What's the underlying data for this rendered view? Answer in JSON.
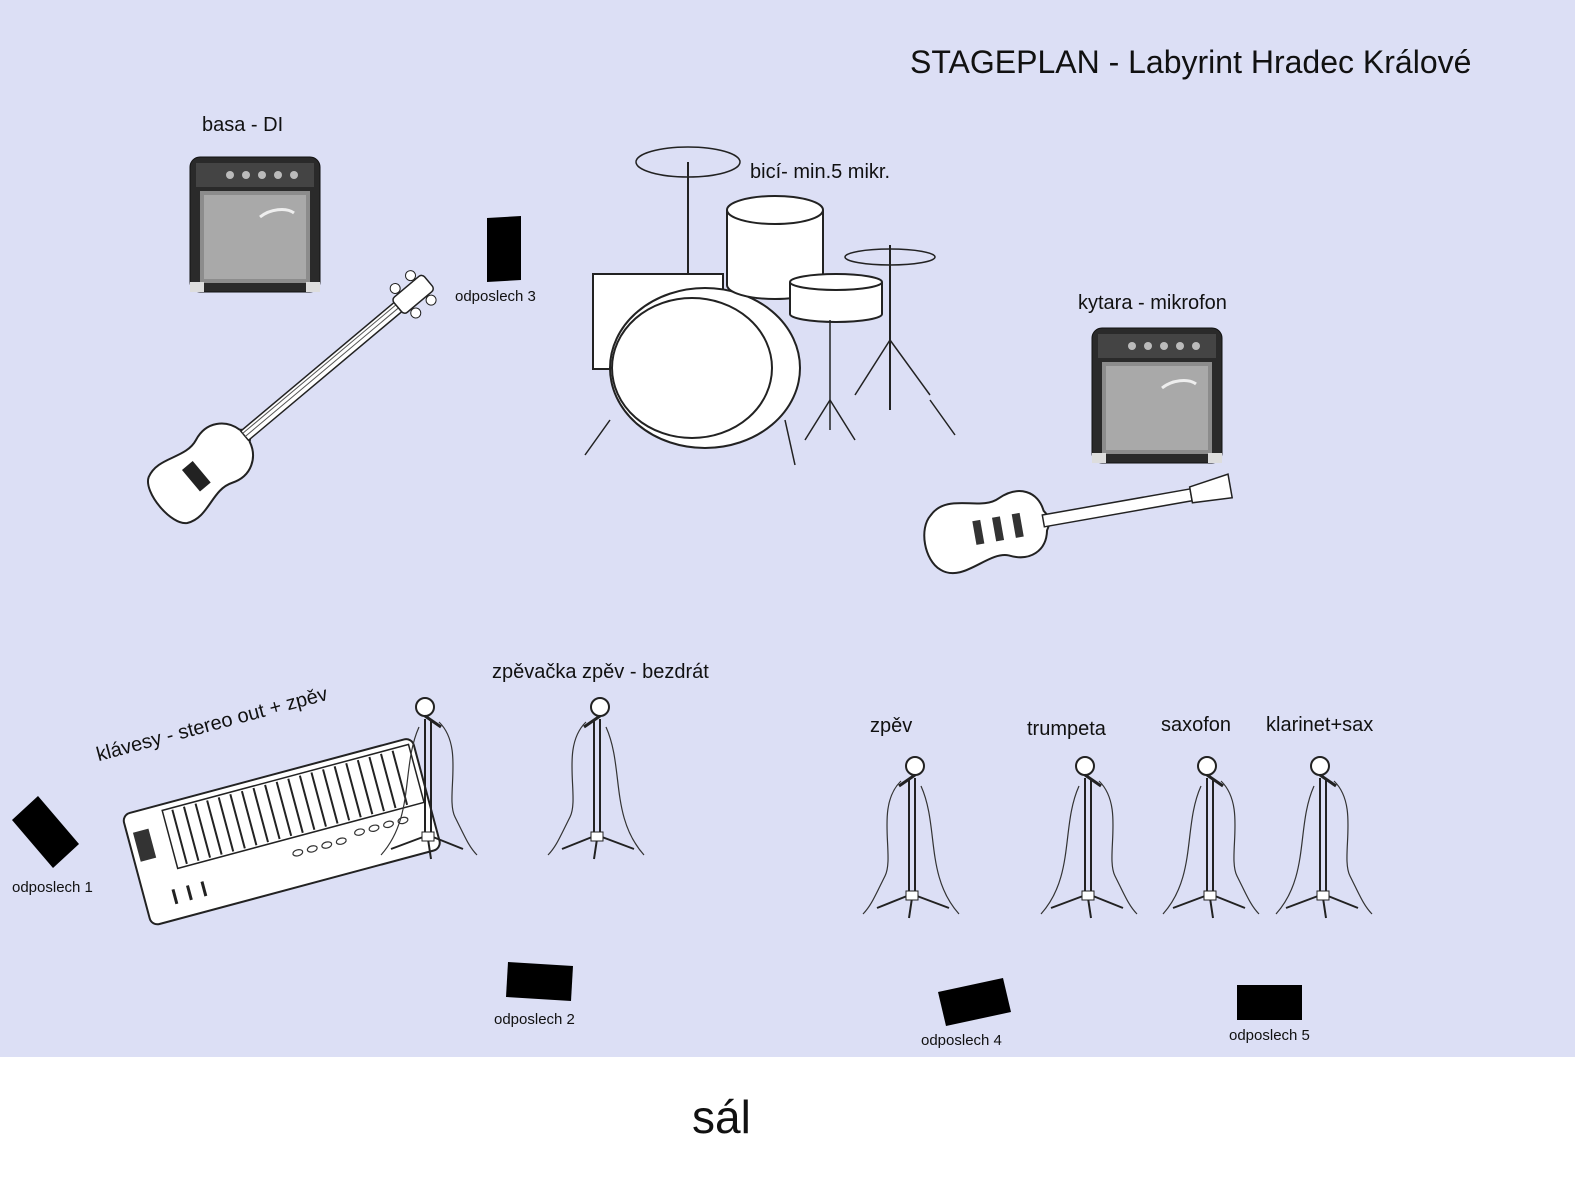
{
  "colors": {
    "stage": "#dcdff5",
    "hall": "#ffffff",
    "ink": "#111111"
  },
  "title": "STAGEPLAN - Labyrint Hradec Králové",
  "hall_label": "sál",
  "instruments": {
    "bass": "basa - DI",
    "drums": "bicí-  min.5 mikr.",
    "guitar": "kytara - mikrofon",
    "keys": "klávesy - stereo out + zpěv",
    "lead_vocal": "zpěvačka zpěv - bezdrát",
    "vocal": "zpěv",
    "trumpet": "trumpeta",
    "sax": "saxofon",
    "clarinet": "klarinet+sax"
  },
  "monitors": {
    "m1": "odposlech 1",
    "m2": "odposlech 2",
    "m3": "odposlech 3",
    "m4": "odposlech 4",
    "m5": "odposlech 5"
  },
  "icons": [
    "amp-icon",
    "bass-guitar-icon",
    "drum-kit-icon",
    "electric-guitar-icon",
    "keyboard-icon",
    "mic-stand-icon",
    "monitor-wedge-icon"
  ]
}
